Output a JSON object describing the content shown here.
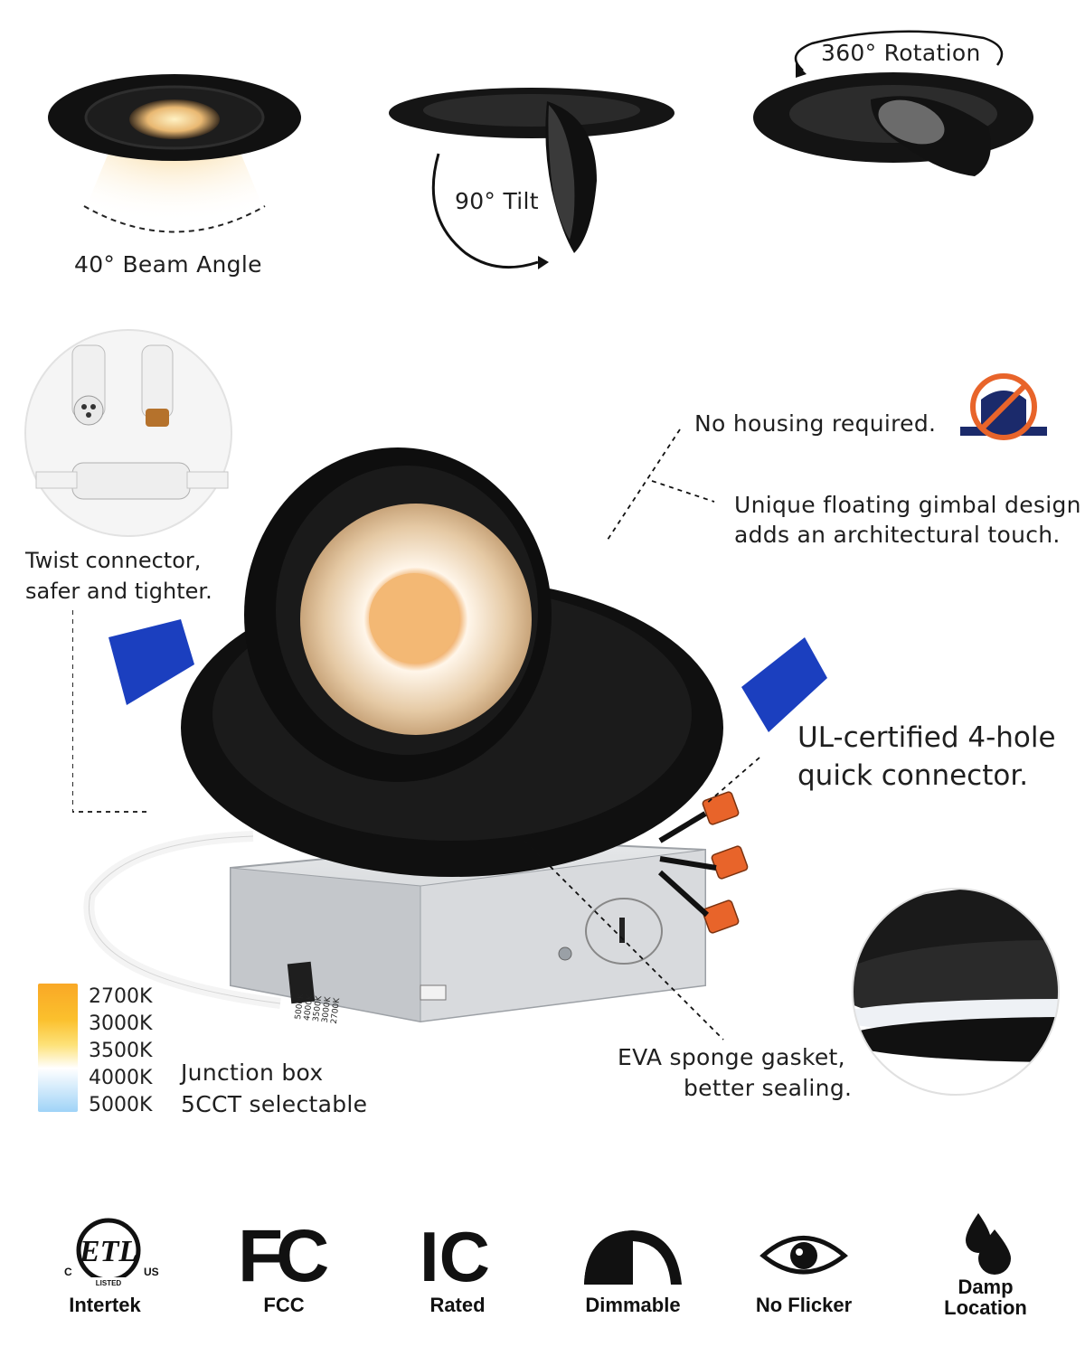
{
  "top_features": {
    "beam_angle": "40° Beam Angle",
    "tilt": "90° Tilt",
    "rotation": "360° Rotation"
  },
  "callouts": {
    "twist_connector": [
      "Twist connector,",
      "safer and tighter."
    ],
    "no_housing": "No housing required.",
    "gimbal": [
      "Unique floating gimbal design",
      "adds an architectural touch."
    ],
    "ul_connector": [
      "UL-certified 4-hole",
      "quick connector."
    ],
    "gasket": [
      "EVA sponge gasket,",
      "better sealing."
    ],
    "junction_box": [
      "Junction box",
      "5CCT selectable"
    ]
  },
  "cct_scale": [
    "2700K",
    "3000K",
    "3500K",
    "4000K",
    "5000K"
  ],
  "switch_labels": [
    "5000K",
    "4000K",
    "3500K",
    "3000K",
    "2700K"
  ],
  "certifications": [
    {
      "icon": "etl-icon",
      "label": "Intertek",
      "mark_text": "ETL",
      "sub": "LISTED",
      "c": "C",
      "us": "US"
    },
    {
      "icon": "fcc-icon",
      "label": "FCC",
      "mark_text": "FC"
    },
    {
      "icon": "ic-icon",
      "label": "Rated",
      "mark_text": "IC"
    },
    {
      "icon": "dimmable-icon",
      "label": "Dimmable"
    },
    {
      "icon": "eye-icon",
      "label": "No Flicker"
    },
    {
      "icon": "drops-icon",
      "label": [
        "Damp",
        "Location"
      ]
    }
  ],
  "colors": {
    "fixture_black": "#141414",
    "bracket_blue": "#1b3fbf",
    "warm_glow": "#f5c27a",
    "connector_orange": "#e8642a",
    "box_silver": "#c9ccd0"
  }
}
